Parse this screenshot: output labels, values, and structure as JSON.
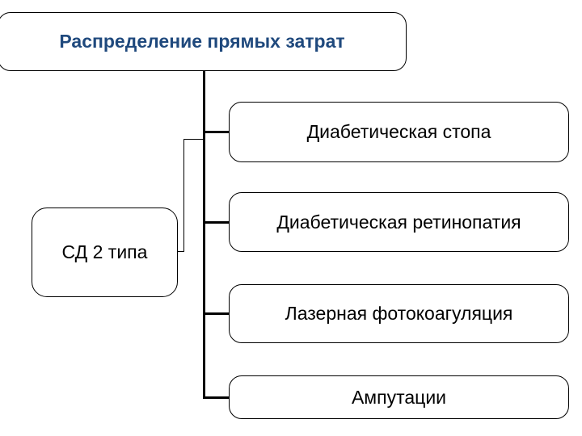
{
  "diagram": {
    "title": "Распределение прямых затрат",
    "root": {
      "label": "СД 2 типа"
    },
    "children": [
      {
        "label": "Диабетическая стопа"
      },
      {
        "label": "Диабетическая ретинопатия"
      },
      {
        "label": "Лазерная фотокоагуляция"
      },
      {
        "label": "Ампутации"
      }
    ],
    "colors": {
      "background": "#FFFFFF",
      "title_text": "#1F497D",
      "body_text": "#000000",
      "box_border": "#000000",
      "connector": "#000000"
    },
    "layout_hint": "org-chart, vertical trunk with four right-side child boxes"
  }
}
